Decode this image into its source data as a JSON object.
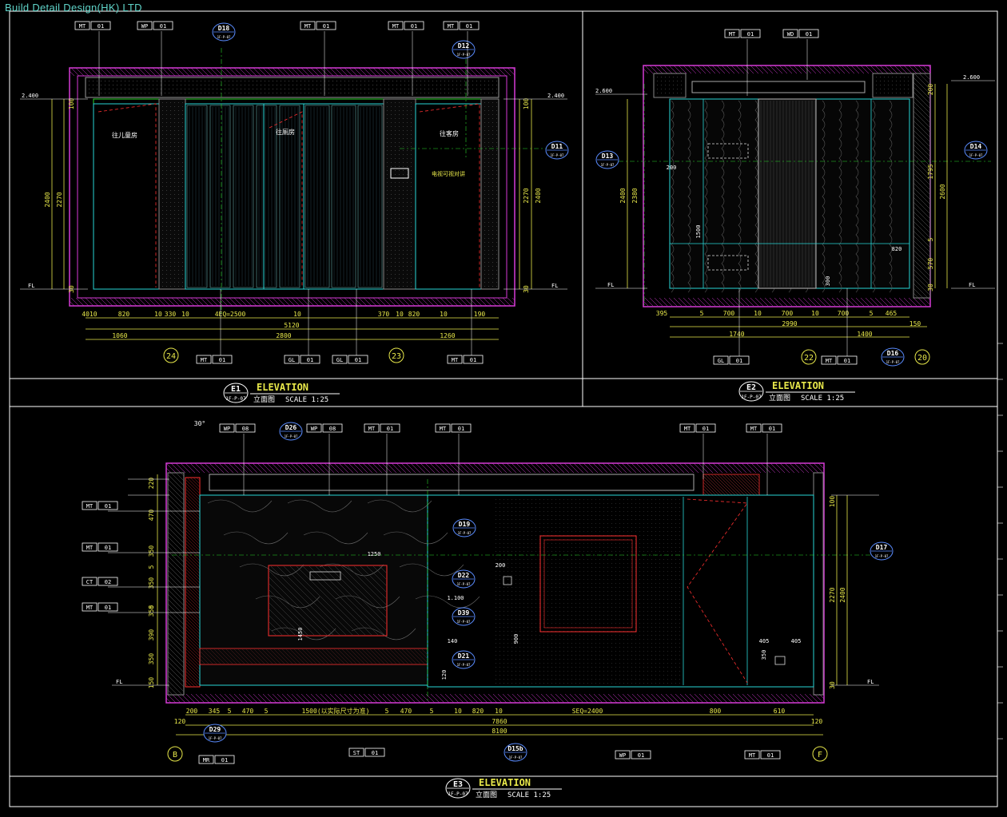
{
  "brand": "Build Detail Design(HK) LTD",
  "colors": {
    "frame": "#ffffff",
    "dim": "#e8e84a",
    "wall": "#d63ad6",
    "cyan": "#28d6d6",
    "green": "#2bd62b",
    "red": "#ff3030",
    "magenta": "#ff3cff",
    "blue_bubble": "#5a8cff"
  },
  "panels": {
    "e1": {
      "id": "E1",
      "title": "ELEVATION",
      "ref": "1F-P-07",
      "subtitle": "立面图",
      "scale": "SCALE 1:25",
      "dims_top": [
        "100",
        "2400",
        "2270",
        "30"
      ],
      "dims_bottom": [
        "4010",
        "820",
        "10",
        "330",
        "10",
        "4EQ=2500",
        "10",
        "370",
        "10",
        "820",
        "10",
        "190"
      ],
      "dims_total": [
        "5120",
        "1060",
        "2800",
        "1260"
      ],
      "dims_right": [
        "100",
        "2270",
        "2400",
        "30"
      ],
      "labels": [
        "往儿童房",
        "往厕房",
        "往客房",
        "电视可视对讲"
      ],
      "bubbles": [
        "D18",
        "D12",
        "D11"
      ],
      "grid_marks": [
        "24",
        "23"
      ],
      "tags": [
        "MT 01",
        "WP 01",
        "MT 01",
        "MT 01",
        "MT 01",
        "GL 01",
        "GL 01",
        "MT 01"
      ],
      "level_left": "2.400",
      "level_fl": "FL"
    },
    "e2": {
      "id": "E2",
      "title": "ELEVATION",
      "ref": "1F-P-07",
      "subtitle": "立面图",
      "scale": "SCALE 1:25",
      "dims_bottom": [
        "395",
        "5",
        "700",
        "10",
        "700",
        "10",
        "700",
        "5",
        "465"
      ],
      "dims_total": [
        "2990",
        "150",
        "1740",
        "1400"
      ],
      "dims_right": [
        "200",
        "1795",
        "2600",
        "5",
        "570",
        "30"
      ],
      "dims_left": [
        "2400",
        "2380"
      ],
      "inner_dims": [
        "200",
        "820",
        "1500",
        "300"
      ],
      "bubbles": [
        "D13",
        "D14",
        "D16"
      ],
      "grid_marks": [
        "22",
        "20"
      ],
      "tags": [
        "MT 01",
        "WD 01",
        "GL 01",
        "MT 01"
      ],
      "level_fl": "FL",
      "level_top": "2.600"
    },
    "e3": {
      "id": "E3",
      "title": "ELEVATION",
      "ref": "1F-P-07",
      "subtitle": "立面图",
      "scale": "SCALE 1:25",
      "dims_left": [
        "220",
        "470",
        "350",
        "5",
        "350",
        "5",
        "350",
        "390",
        "350",
        "150"
      ],
      "dims_bottom": [
        "200",
        "345",
        "5",
        "470",
        "5",
        "1500(以实际尺寸为准)",
        "5",
        "470",
        "5",
        "10",
        "820",
        "10",
        "SEQ=2400",
        "800",
        "610"
      ],
      "dims_total": [
        "7860",
        "8100",
        "120",
        "120"
      ],
      "dims_right": [
        "100",
        "2270",
        "2400",
        "30"
      ],
      "inner_dims": [
        "1250",
        "1450",
        "200",
        "405",
        "405",
        "350",
        "900",
        "140",
        "120",
        "1.100"
      ],
      "bubbles": [
        "D26",
        "D19",
        "D22",
        "D39",
        "D21",
        "D17",
        "D29",
        "D15b"
      ],
      "grid_marks": [
        "B",
        "F"
      ],
      "tags": [
        "MT 01",
        "MT 01",
        "CT 02",
        "MT 01",
        "WP 08",
        "WP 08",
        "MT 01",
        "MT 01",
        "MT 01",
        "MT 01",
        "ST 01",
        "MR 01",
        "WP 01",
        "MT 01"
      ],
      "level_fl": "FL",
      "angle": "30°"
    }
  }
}
